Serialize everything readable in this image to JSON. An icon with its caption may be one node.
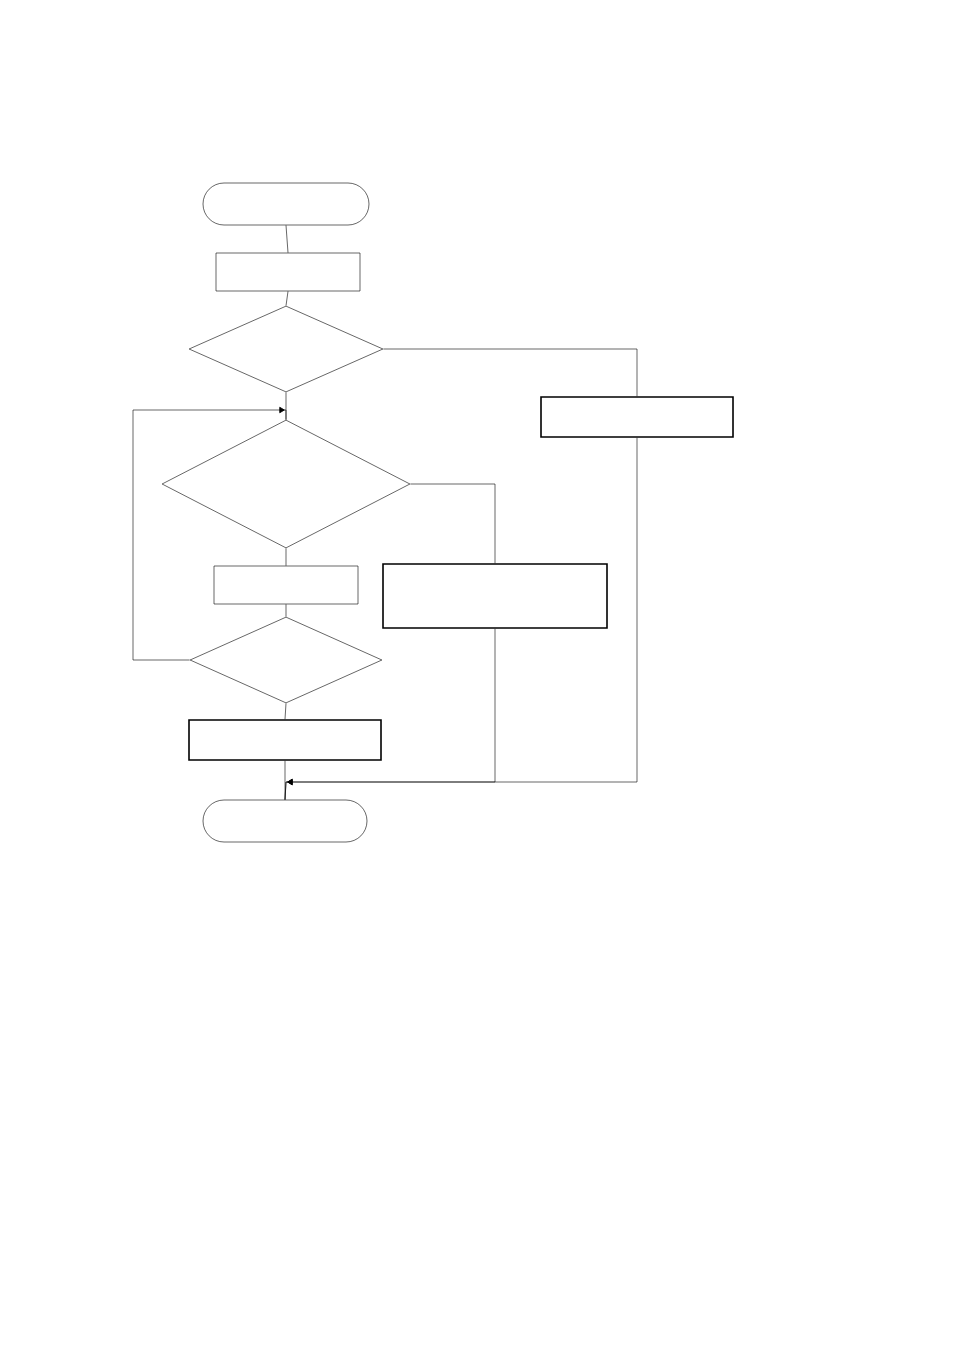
{
  "diagram": {
    "nodes": [
      {
        "text": [],
        "shape": "oval"
      },
      {
        "text": [],
        "shape": "box"
      },
      {
        "text": [],
        "shape": "diamond"
      },
      {
        "text": [],
        "shape": "box"
      },
      {
        "text": [],
        "shape": "diamond"
      },
      {
        "text": [],
        "shape": "box"
      },
      {
        "text": [],
        "shape": "box"
      },
      {
        "text": [],
        "shape": "diamond"
      },
      {
        "text": [],
        "shape": "box"
      },
      {
        "text": [],
        "shape": "oval"
      }
    ],
    "edges": [
      {
        "from": 0,
        "to": 1,
        "arrow": "none"
      },
      {
        "from": 1,
        "to": 2,
        "arrow": "none"
      },
      {
        "from": 2,
        "to": 4,
        "arrow": "none"
      },
      {
        "from": 2,
        "to": 3,
        "arrow": "none"
      },
      {
        "from": 4,
        "to": 6,
        "arrow": "none"
      },
      {
        "from": 4,
        "to": 5,
        "arrow": "none"
      },
      {
        "from": 5,
        "to": 7,
        "arrow": "none"
      },
      {
        "from": 7,
        "to": 4,
        "arrow": "to"
      },
      {
        "from": 7,
        "to": 8,
        "arrow": "none"
      },
      {
        "from": 8,
        "to": 9,
        "arrow": "none"
      },
      {
        "from": 6,
        "to": 9,
        "arrow": "to"
      },
      {
        "from": 3,
        "to": 9,
        "arrow": "to"
      }
    ]
  }
}
